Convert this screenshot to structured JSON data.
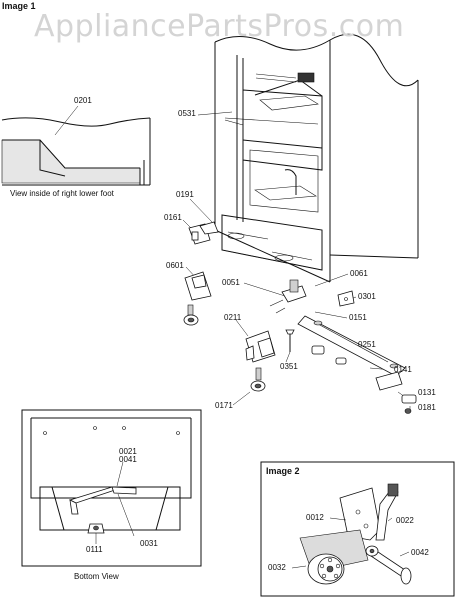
{
  "image1_label": "Image 1",
  "image2_label": "Image 2",
  "watermark": "AppliancePartsPros.com",
  "captions": {
    "right_foot": "View inside of right lower foot",
    "bottom": "Bottom View"
  },
  "parts": {
    "p0201": "0201",
    "p0531": "0531",
    "p0191": "0191",
    "p0161": "0161",
    "p0601": "0601",
    "p0051": "0051",
    "p0061": "0061",
    "p0301": "0301",
    "p0151": "0151",
    "p0211": "0211",
    "p0251": "0251",
    "p0351": "0351",
    "p0141": "0141",
    "p0131": "0131",
    "p0181": "0181",
    "p0171": "0171",
    "p0021": "0021",
    "p0041": "0041",
    "p0031": "0031",
    "p0111": "0111",
    "p0012": "0012",
    "p0022": "0022",
    "p0032": "0032",
    "p0042": "0042"
  }
}
